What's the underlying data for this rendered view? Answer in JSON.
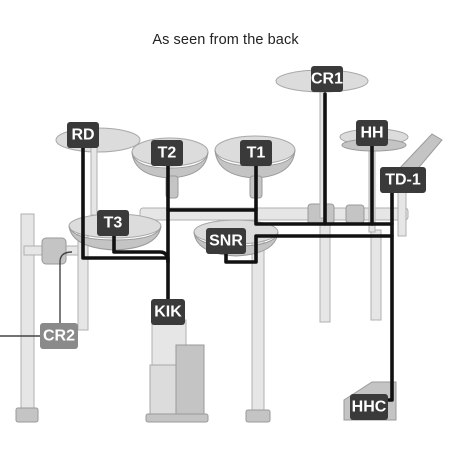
{
  "caption": "As seen from the back",
  "colors": {
    "label_dark": "#3a3a3a",
    "label_light": "#8a8a8a",
    "cable": "#111111",
    "hardware": "#dcdcdc"
  },
  "labels": {
    "cr1": "CR1",
    "rd": "RD",
    "t2": "T2",
    "t1": "T1",
    "hh": "HH",
    "td1": "TD-1",
    "t3": "T3",
    "snr": "SNR",
    "kik": "KIK",
    "cr2": "CR2",
    "hhc": "HHC"
  }
}
